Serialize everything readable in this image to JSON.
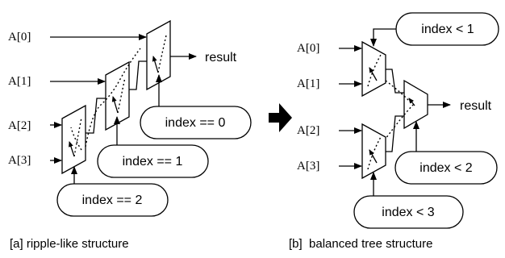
{
  "panel_a": {
    "inputs": [
      "A[0]",
      "A[1]",
      "A[2]",
      "A[3]"
    ],
    "output": "result",
    "selects": [
      "index == 0",
      "index == 1",
      "index == 2"
    ],
    "caption": "[a] ripple-like structure"
  },
  "panel_b": {
    "inputs": [
      "A[0]",
      "A[1]",
      "A[2]",
      "A[3]"
    ],
    "output": "result",
    "selects": [
      "index < 1",
      "index < 2",
      "index < 3"
    ],
    "caption": "[b]  balanced tree structure"
  }
}
